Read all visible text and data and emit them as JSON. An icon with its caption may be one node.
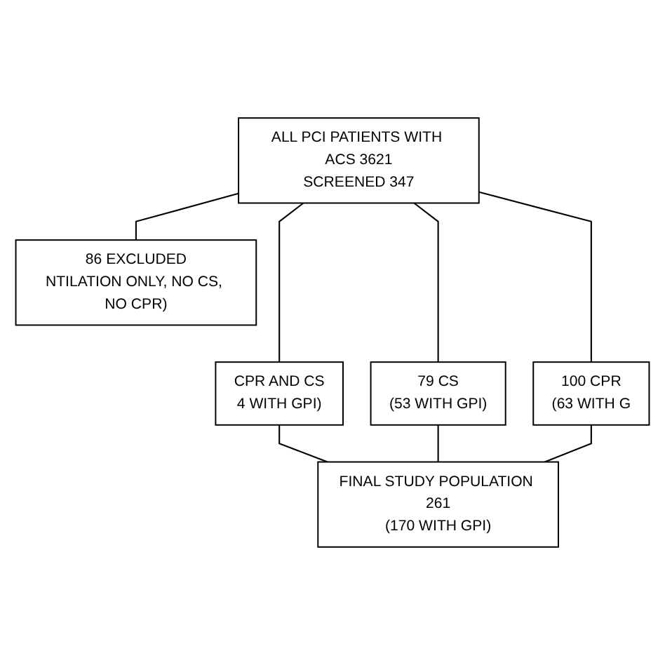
{
  "diagram": {
    "nodes": [
      {
        "text": [
          "ALL PCI PATIENTS WITH ACS 3621",
          "SCREENED 347"
        ]
      },
      {
        "text": [
          "86 EXCLUDED",
          "NTILATION ONLY, NO CS, NO CPR)"
        ]
      },
      {
        "text": [
          "CPR AND CS",
          "4 WITH GPI)"
        ]
      },
      {
        "text": [
          "79 CS",
          "(53 WITH GPI)"
        ]
      },
      {
        "text": [
          "100 CPR",
          "(63 WITH G"
        ]
      },
      {
        "text": [
          "FINAL STUDY POPULATION 261",
          "(170 WITH GPI)"
        ]
      }
    ],
    "edges": [
      {
        "from": 0,
        "to": 1,
        "arrow": "none"
      },
      {
        "from": 0,
        "to": 2,
        "arrow": "none"
      },
      {
        "from": 0,
        "to": 3,
        "arrow": "none"
      },
      {
        "from": 0,
        "to": 4,
        "arrow": "none"
      },
      {
        "from": 2,
        "to": 5,
        "arrow": "none"
      },
      {
        "from": 3,
        "to": 5,
        "arrow": "none"
      },
      {
        "from": 4,
        "to": 5,
        "arrow": "none"
      }
    ]
  }
}
